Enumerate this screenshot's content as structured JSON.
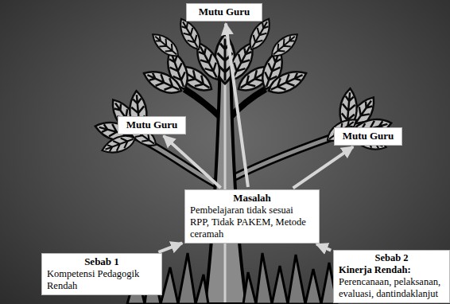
{
  "diagram": {
    "nodes": [
      {
        "text": [
          "Mutu Guru"
        ]
      },
      {
        "text": [
          "Mutu Guru"
        ]
      },
      {
        "text": [
          "Mutu Guru"
        ]
      },
      {
        "text": [
          "Masalah",
          "Pembelajaran tidak sesuai RPP, Tidak PAKEM, Metode ceramah"
        ]
      },
      {
        "text": [
          "Sebab 1",
          "Kompetensi Pedagogik Rendah"
        ]
      },
      {
        "text": [
          "Sebab 2",
          "Kinerja Rendah:",
          "Perencanaan, pelaksanan, evaluasi, dantindaklanjut"
        ]
      }
    ],
    "edges": [
      {
        "from": 3,
        "to": 0,
        "arrow": "to"
      },
      {
        "from": 3,
        "to": 1,
        "arrow": "to"
      },
      {
        "from": 3,
        "to": 2,
        "arrow": "to"
      },
      {
        "from": 4,
        "to": 3,
        "arrow": "to"
      },
      {
        "from": 5,
        "to": 3,
        "arrow": "to"
      }
    ]
  }
}
